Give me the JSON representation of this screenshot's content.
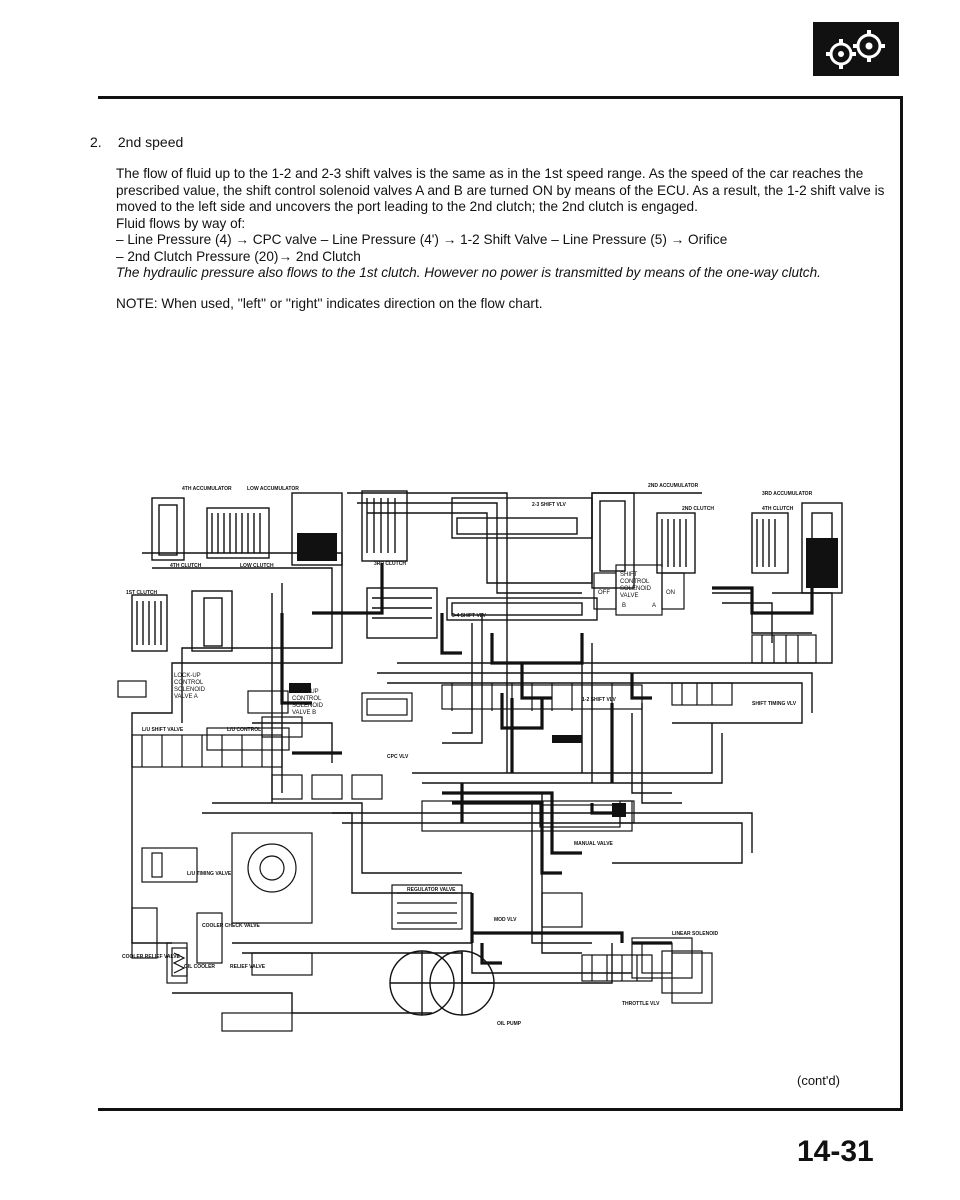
{
  "section": {
    "number": "2.",
    "title": "2nd speed"
  },
  "body": {
    "paragraph": "The flow of fluid up to the 1-2 and 2-3 shift valves is the same as in the 1st speed range. As the speed of the car reaches the prescribed value, the shift control solenoid valves A and B are turned ON by means of the ECU. As a result, the 1-2 shift valve is moved to the left side and uncovers the port leading to the 2nd clutch; the 2nd clutch is engaged.",
    "flow_intro": "Fluid flows by way of:",
    "flow_line1": "– Line Pressure (4) → CPC valve – Line Pressure (4') → 1-2 Shift Valve – Line Pressure (5) → Orifice",
    "flow_line2": "– 2nd Clutch Pressure (20)→ 2nd Clutch",
    "hydraulic_note": "The hydraulic pressure also flows to the 1st clutch. However no power is transmitted by means of the one-way clutch.",
    "note": "NOTE: When used, ''left'' or ''right'' indicates direction on the flow chart."
  },
  "diagram": {
    "labels": {
      "shift_solenoid": [
        "SHIFT",
        "CONTROL",
        "SOLENOID",
        "VALVE"
      ],
      "solenoid_off": "OFF",
      "solenoid_on": "ON",
      "solenoid_b": "B",
      "solenoid_a": "A",
      "lockup_a": [
        "LOCK-UP",
        "CONTROL",
        "SOLENOID",
        "VALVE A"
      ],
      "lockup_b": [
        "LOCK-UP",
        "CONTROL",
        "SOLENOID",
        "VALVE B"
      ],
      "accum_2nd": "2ND ACCUMULATOR",
      "accum_3rd": "3RD ACCUMULATOR",
      "accum_4th": "4TH ACCUMULATOR",
      "accum_low": "LOW ACCUMULATOR",
      "clutch_2nd": "2ND CLUTCH",
      "clutch_3rd": "3RD CLUTCH",
      "clutch_4th": "4TH CLUTCH",
      "clutch_low": "LOW CLUTCH",
      "clutch_1st": "1ST CLUTCH",
      "valve_23": "2-3 SHIFT VLV",
      "valve_34": "3-4 SHIFT VLV",
      "valve_12": "1-2 SHIFT VLV",
      "valve_manual": "MANUAL VALVE",
      "valve_shift_timing": "SHIFT TIMING VLV",
      "valve_cpc": "CPC VLV",
      "valve_regulator": "REGULATOR VALVE",
      "valve_throttle": "THROTTLE VLV",
      "valve_mod": "MOD VLV",
      "valve_lu_shift": "L/U SHIFT VALVE",
      "valve_lu_control": "L/U CONTROL",
      "valve_lu_timing": "L/U TIMING VALVE",
      "valve_cooler_check": "COOLER CHECK VALVE",
      "valve_cooler_relief": "COOLER RELIEF VALVE",
      "valve_relief": "RELIEF VALVE",
      "oil_cooler": "OIL COOLER",
      "oil_pump": "OIL PUMP",
      "linear_solenoid": "LINEAR SOLENOID"
    }
  },
  "footer": {
    "cont": "(cont'd)",
    "page": "14-31"
  }
}
